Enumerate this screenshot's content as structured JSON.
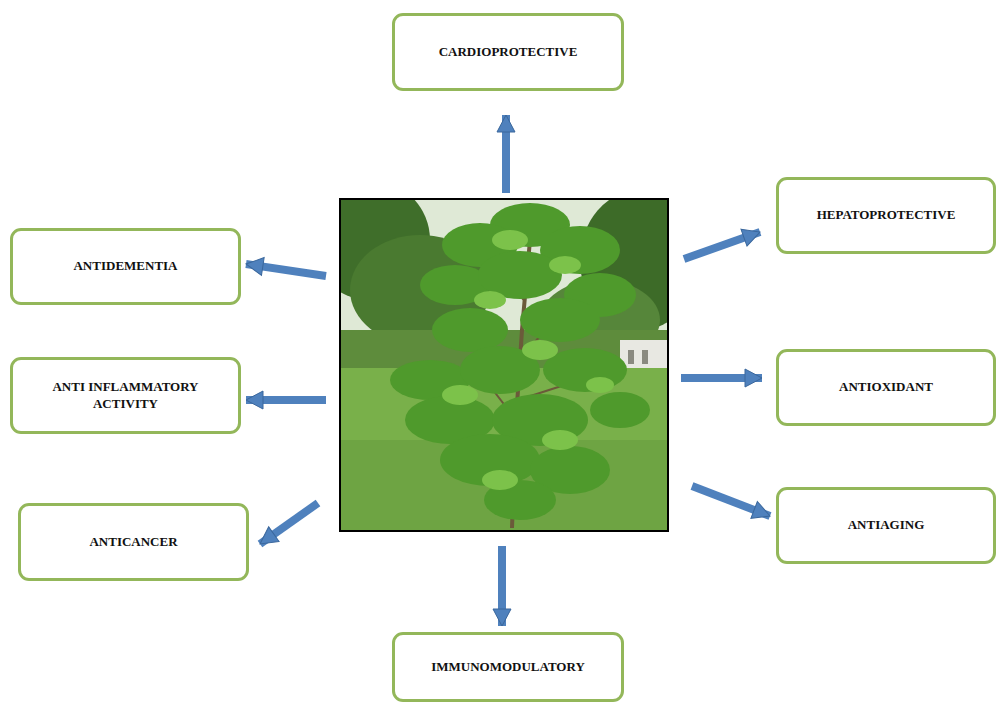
{
  "diagram": {
    "nodes": [
      {
        "text": [
          "CARDIOPROTECTIVE"
        ]
      },
      {
        "text": [
          "ANTIDEMENTIA"
        ]
      },
      {
        "text": [
          "HEPATOPROTECTIVE"
        ]
      },
      {
        "text": [
          "ANTI INFLAMMATORY ACTIVITY"
        ]
      },
      {
        "text": [
          "ANTIOXIDANT"
        ]
      },
      {
        "text": [
          "ANTICANCER"
        ]
      },
      {
        "text": [
          "ANTIAGING"
        ]
      },
      {
        "text": [
          "IMMUNOMODULATORY"
        ]
      }
    ]
  }
}
